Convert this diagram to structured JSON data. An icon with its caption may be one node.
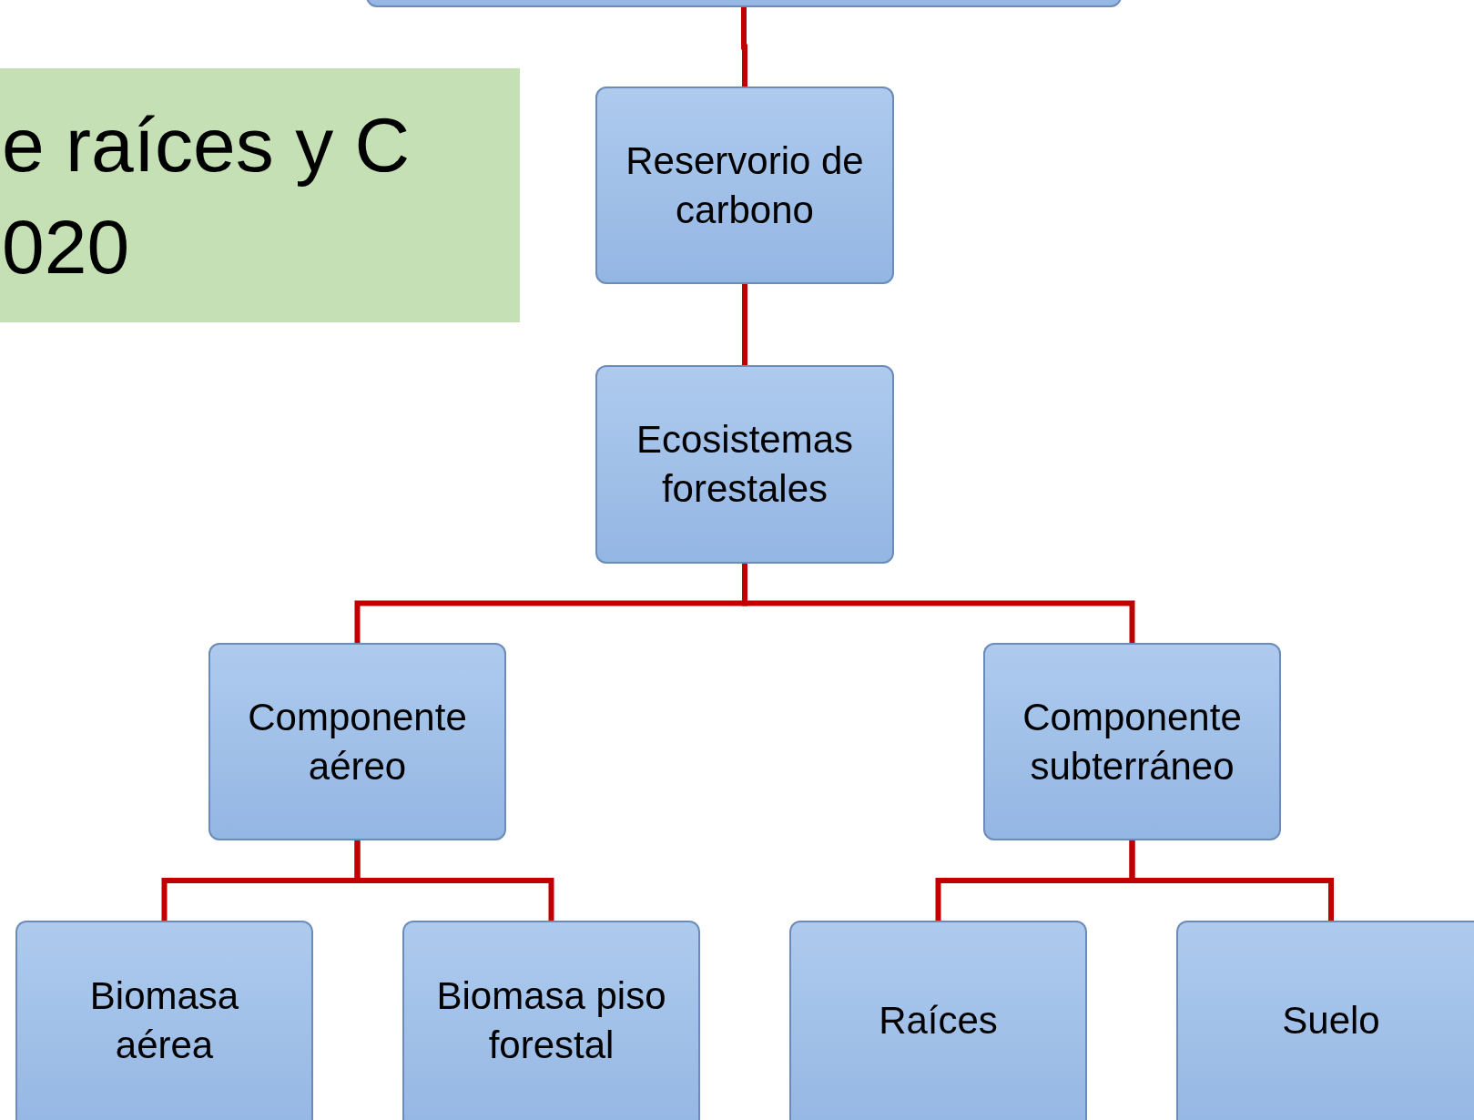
{
  "diagram": {
    "nodes": [
      {
        "text": [],
        "shape": "box"
      },
      {
        "text": [
          "e raíces y C 020"
        ]
      },
      {
        "text": [
          "Reservorio de carbono"
        ]
      },
      {
        "text": [
          "Ecosistemas forestales"
        ]
      },
      {
        "text": [
          "Componente aéreo"
        ]
      },
      {
        "text": [
          "Componente subterráneo"
        ]
      },
      {
        "text": [
          "Biomasa aérea"
        ]
      },
      {
        "text": [
          "Biomasa piso forestal"
        ]
      },
      {
        "text": [
          "Raíces"
        ]
      },
      {
        "text": [
          "Suelo"
        ]
      }
    ],
    "edges": [
      {
        "from": 0,
        "to": 2,
        "arrow": "none"
      },
      {
        "from": 2,
        "to": 3,
        "arrow": "none"
      },
      {
        "from": 3,
        "to": 4,
        "arrow": "none"
      },
      {
        "from": 3,
        "to": 5,
        "arrow": "none"
      },
      {
        "from": 4,
        "to": 6,
        "arrow": "none"
      },
      {
        "from": 4,
        "to": 7,
        "arrow": "none"
      },
      {
        "from": 5,
        "to": 8,
        "arrow": "none"
      },
      {
        "from": 5,
        "to": 9,
        "arrow": "none"
      }
    ]
  }
}
